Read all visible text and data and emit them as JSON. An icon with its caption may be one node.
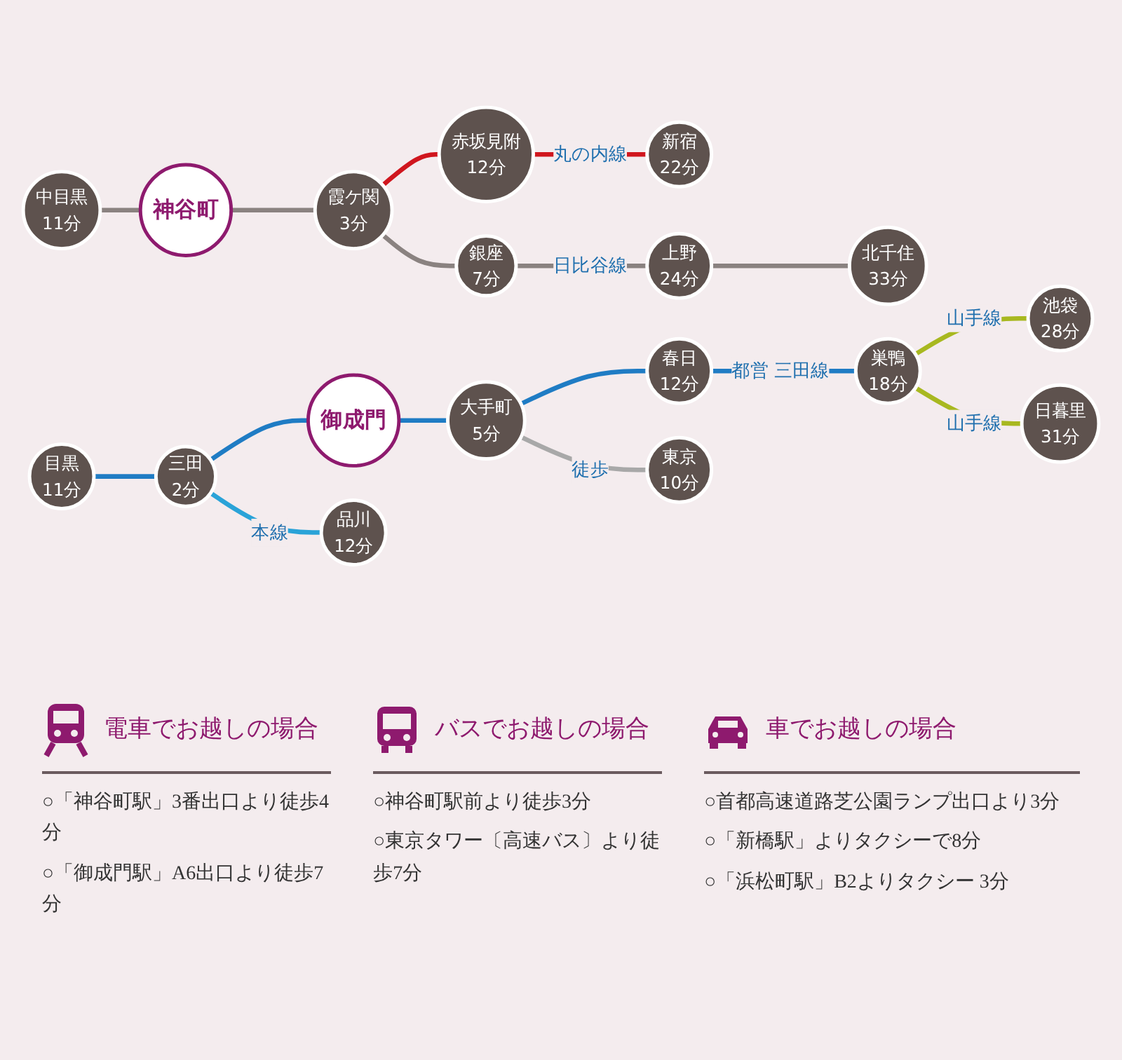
{
  "diagram": {
    "nodes": [
      {
        "text": [
          "中目黒",
          "11分"
        ]
      },
      {
        "text": [
          "神谷町"
        ]
      },
      {
        "text": [
          "霞ケ関",
          "3分"
        ]
      },
      {
        "text": [
          "赤坂見附",
          "12分"
        ]
      },
      {
        "text": [
          "新宿",
          "22分"
        ]
      },
      {
        "text": [
          "銀座",
          "7分"
        ]
      },
      {
        "text": [
          "上野",
          "24分"
        ]
      },
      {
        "text": [
          "北千住",
          "33分"
        ]
      },
      {
        "text": [
          "目黒",
          "11分"
        ]
      },
      {
        "text": [
          "三田",
          "2分"
        ]
      },
      {
        "text": [
          "御成門"
        ]
      },
      {
        "text": [
          "大手町",
          "5分"
        ]
      },
      {
        "text": [
          "春日",
          "12分"
        ]
      },
      {
        "text": [
          "巣鴨",
          "18分"
        ]
      },
      {
        "text": [
          "池袋",
          "28分"
        ]
      },
      {
        "text": [
          "品川",
          "12分"
        ]
      },
      {
        "text": [
          "東京",
          "10分"
        ]
      },
      {
        "text": [
          "日暮里",
          "31分"
        ]
      }
    ],
    "edges": [
      {
        "from": 0,
        "to": 1,
        "arrow": "none",
        "color": "#8a8280"
      },
      {
        "from": 1,
        "to": 2,
        "arrow": "none",
        "color": "#8a8280"
      },
      {
        "from": 2,
        "to": 3,
        "arrow": "none",
        "color": "#d0161e"
      },
      {
        "from": 3,
        "to": 4,
        "arrow": "none",
        "label": "丸の内線",
        "color": "#d0161e"
      },
      {
        "from": 2,
        "to": 5,
        "arrow": "none",
        "color": "#8a8280"
      },
      {
        "from": 5,
        "to": 6,
        "arrow": "none",
        "label": "日比谷線",
        "color": "#8a8280"
      },
      {
        "from": 6,
        "to": 7,
        "arrow": "none",
        "color": "#8a8280"
      },
      {
        "from": 8,
        "to": 9,
        "arrow": "none",
        "color": "#1f7cc4"
      },
      {
        "from": 9,
        "to": 10,
        "arrow": "none",
        "color": "#1f7cc4"
      },
      {
        "from": 10,
        "to": 11,
        "arrow": "none",
        "color": "#1f7cc4"
      },
      {
        "from": 11,
        "to": 12,
        "arrow": "none",
        "color": "#1f7cc4"
      },
      {
        "from": 12,
        "to": 13,
        "arrow": "none",
        "label": "都営 三田線",
        "color": "#1f7cc4"
      },
      {
        "from": 13,
        "to": 14,
        "arrow": "none",
        "label": "山手線",
        "color": "#a8b820"
      },
      {
        "from": 9,
        "to": 15,
        "arrow": "none",
        "label": "本線",
        "color": "#2aa3d8"
      },
      {
        "from": 11,
        "to": 16,
        "arrow": "none",
        "label": "徒歩",
        "color": "#a8a8a8"
      },
      {
        "from": 13,
        "to": 17,
        "arrow": "none",
        "label": "山手線",
        "color": "#a8b820"
      }
    ],
    "labels": [
      "電車でお越しの場合",
      "○「神谷町駅」3番出口より徒歩4分",
      "○「御成門駅」A6出口より徒歩7分",
      "バスでお越しの場合",
      "○神谷町駅前より徒歩3分",
      "○東京タワー〔高速バス〕より徒歩7分",
      "車でお越しの場合",
      "○首都高速道路芝公園ランプ出口より3分",
      "○「新橋駅」よりタクシーで8分",
      "○「浜松町駅」B2よりタクシー 3分"
    ]
  }
}
